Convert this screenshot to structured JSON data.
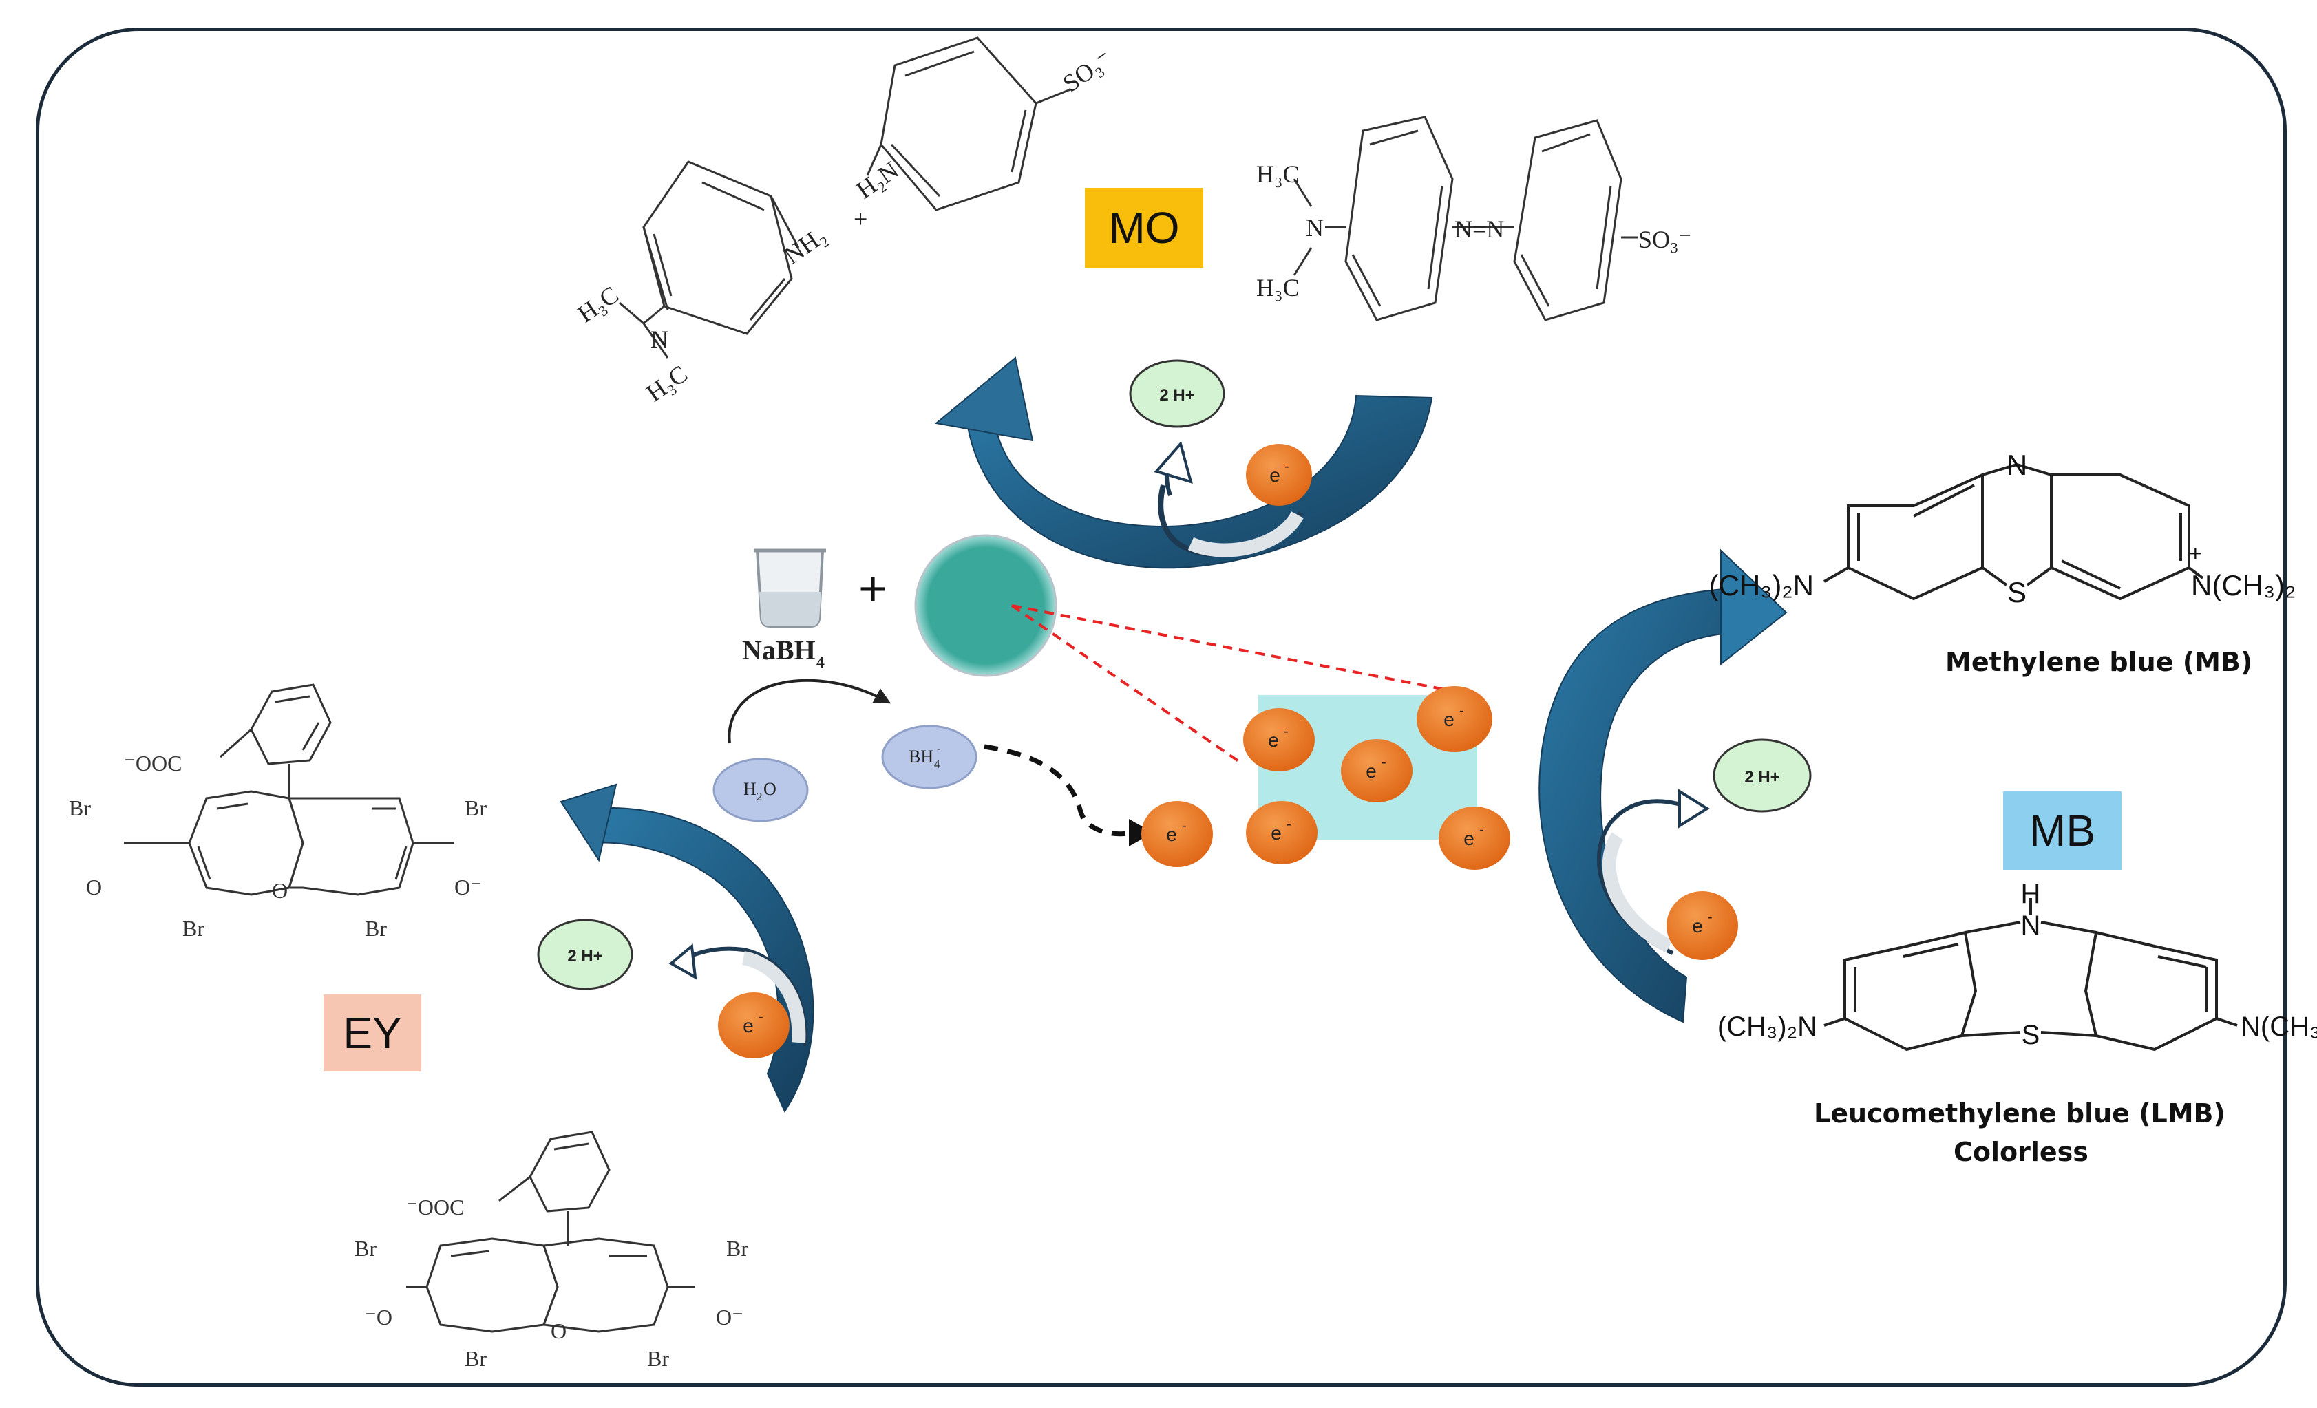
{
  "labels": {
    "mo_tag": "MO",
    "mb_tag": "MB",
    "ey_tag": "EY",
    "nabh4": "NaBH",
    "nabh4_sub": "4",
    "h2o_h": "H",
    "h2o_2": "2",
    "h2o_o": "O",
    "bh4": "BH",
    "bh4_sub": "4",
    "bh4_sup": "-",
    "plus": "+",
    "electron": "e",
    "electron_sup": "-",
    "two_h_plus": "2 H+",
    "mb_name": "Methylene blue (MB)",
    "lmb_name": "Leucomethylene blue (LMB)",
    "lmb_colorless": "Colorless"
  },
  "chem": {
    "h3c": "H₃C",
    "nh2": "NH₂",
    "h2n": "H₂N",
    "so3": "SO₃⁻",
    "n": "N",
    "nn": "N=N",
    "s": "S",
    "h": "H",
    "nme2_left": "(CH₃)₂N",
    "nme2_right": "N(CH₃)₂",
    "nme2_plus": "+",
    "cooc": "⁻OOC",
    "br": "Br",
    "o": "O",
    "o_minus": "O⁻",
    "o_minus_left": "⁻O"
  },
  "colors": {
    "frame": "#1c2b3a",
    "arrow_dark": "#1d4a6a",
    "arrow_mid": "#2b6f98",
    "electron": "#e9711f",
    "proton_fill": "#d4f3d2",
    "reagent_fill": "#b9c8e8",
    "nanoparticle": "#3aa89b",
    "surface": "#b4e9ea",
    "mo_tag": "#f9bd0c",
    "mb_tag": "#8ccfee",
    "ey_tag": "#f6c6b2",
    "dashed_line": "#e82323"
  }
}
